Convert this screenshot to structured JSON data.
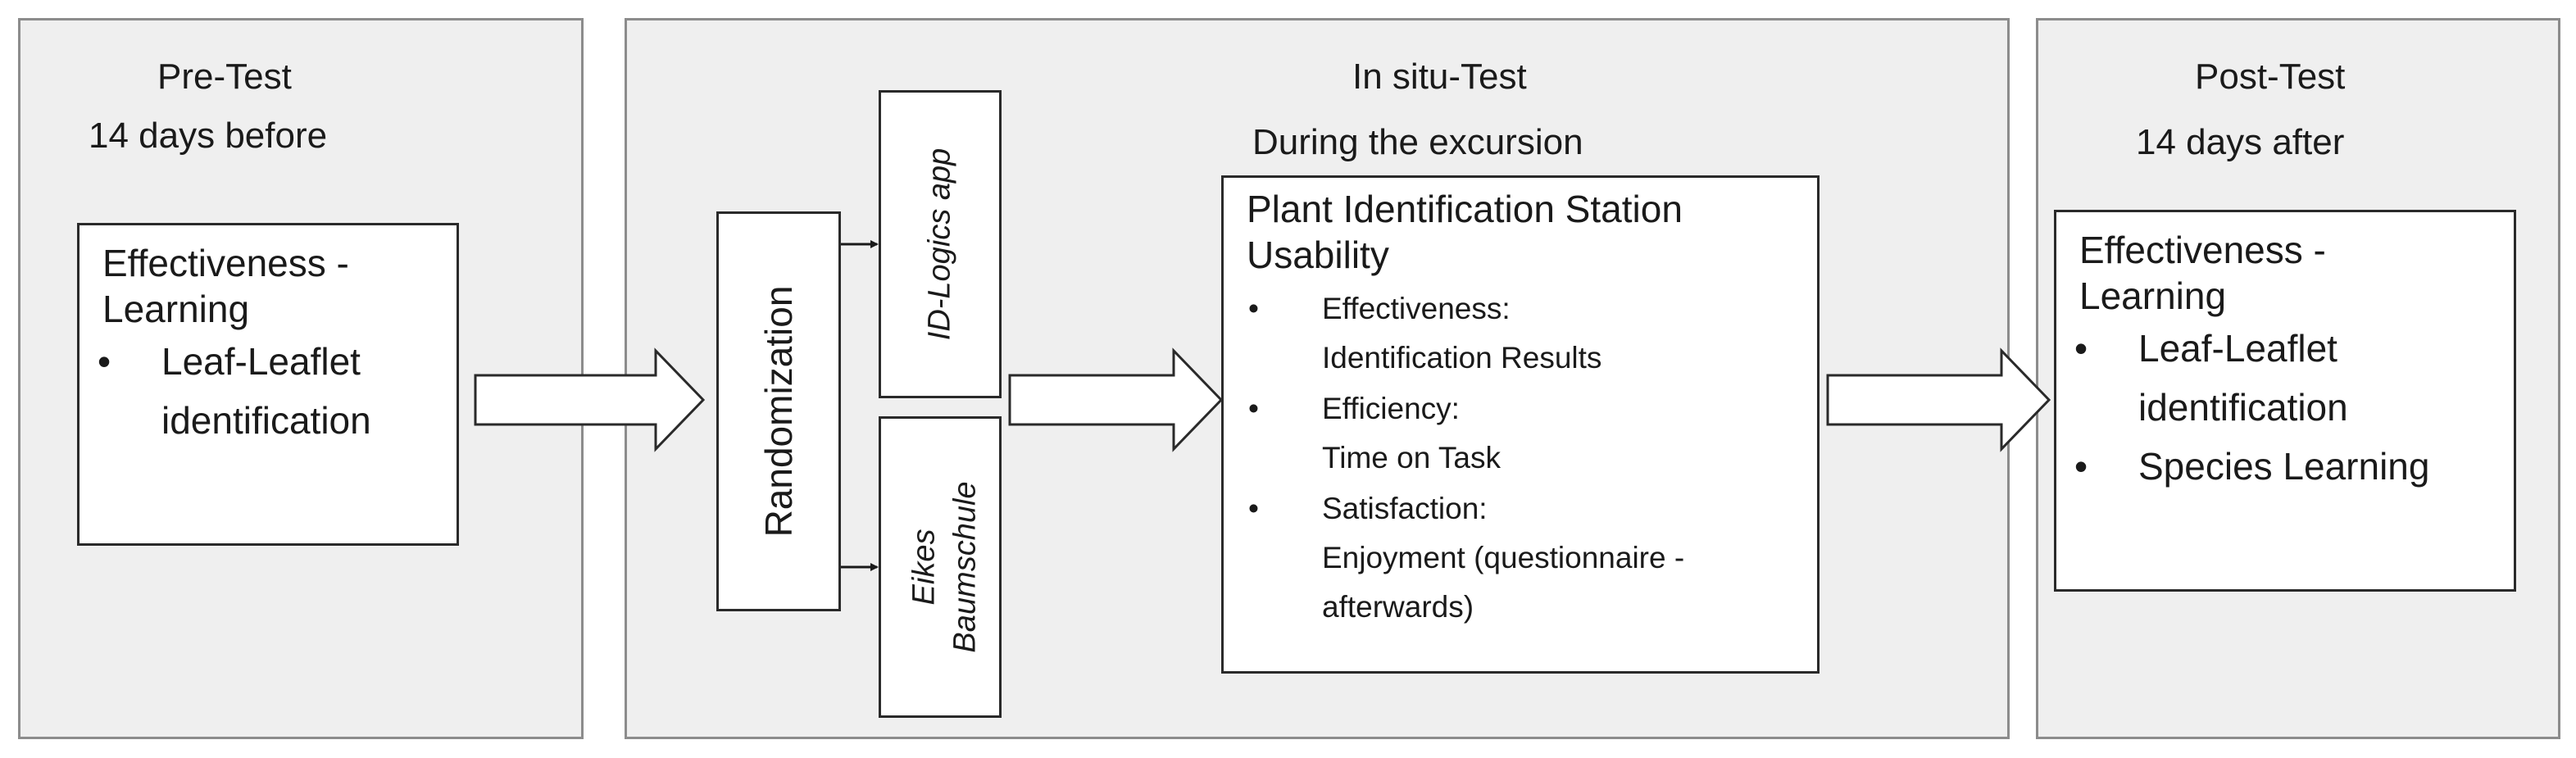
{
  "pre": {
    "title_line1": "Pre-Test",
    "title_line2": "14 days before",
    "box_title_line1": "Effectiveness -",
    "box_title_line2": "Learning",
    "bullets": [
      "Leaf-Leaflet identification"
    ]
  },
  "insitu": {
    "title_line1": "In situ-Test",
    "title_line2": "During the excursion",
    "randomization": "Randomization",
    "group1": "ID-Logics app",
    "group2_line1": "Eikes",
    "group2_line2": "Baumschule",
    "box_title_line1": "Plant Identification Station",
    "box_title_line2": "Usability",
    "items": [
      {
        "label": "Effectiveness:",
        "detail": "Identification Results"
      },
      {
        "label": "Efficiency:",
        "detail": "Time on Task"
      },
      {
        "label": "Satisfaction:",
        "detail": "Enjoyment (questionnaire - afterwards)"
      }
    ]
  },
  "post": {
    "title_line1": "Post-Test",
    "title_line2": "14 days after",
    "box_title_line1": "Effectiveness -",
    "box_title_line2": "Learning",
    "bullets": [
      "Leaf-Leaflet identification",
      "Species Learning"
    ]
  }
}
